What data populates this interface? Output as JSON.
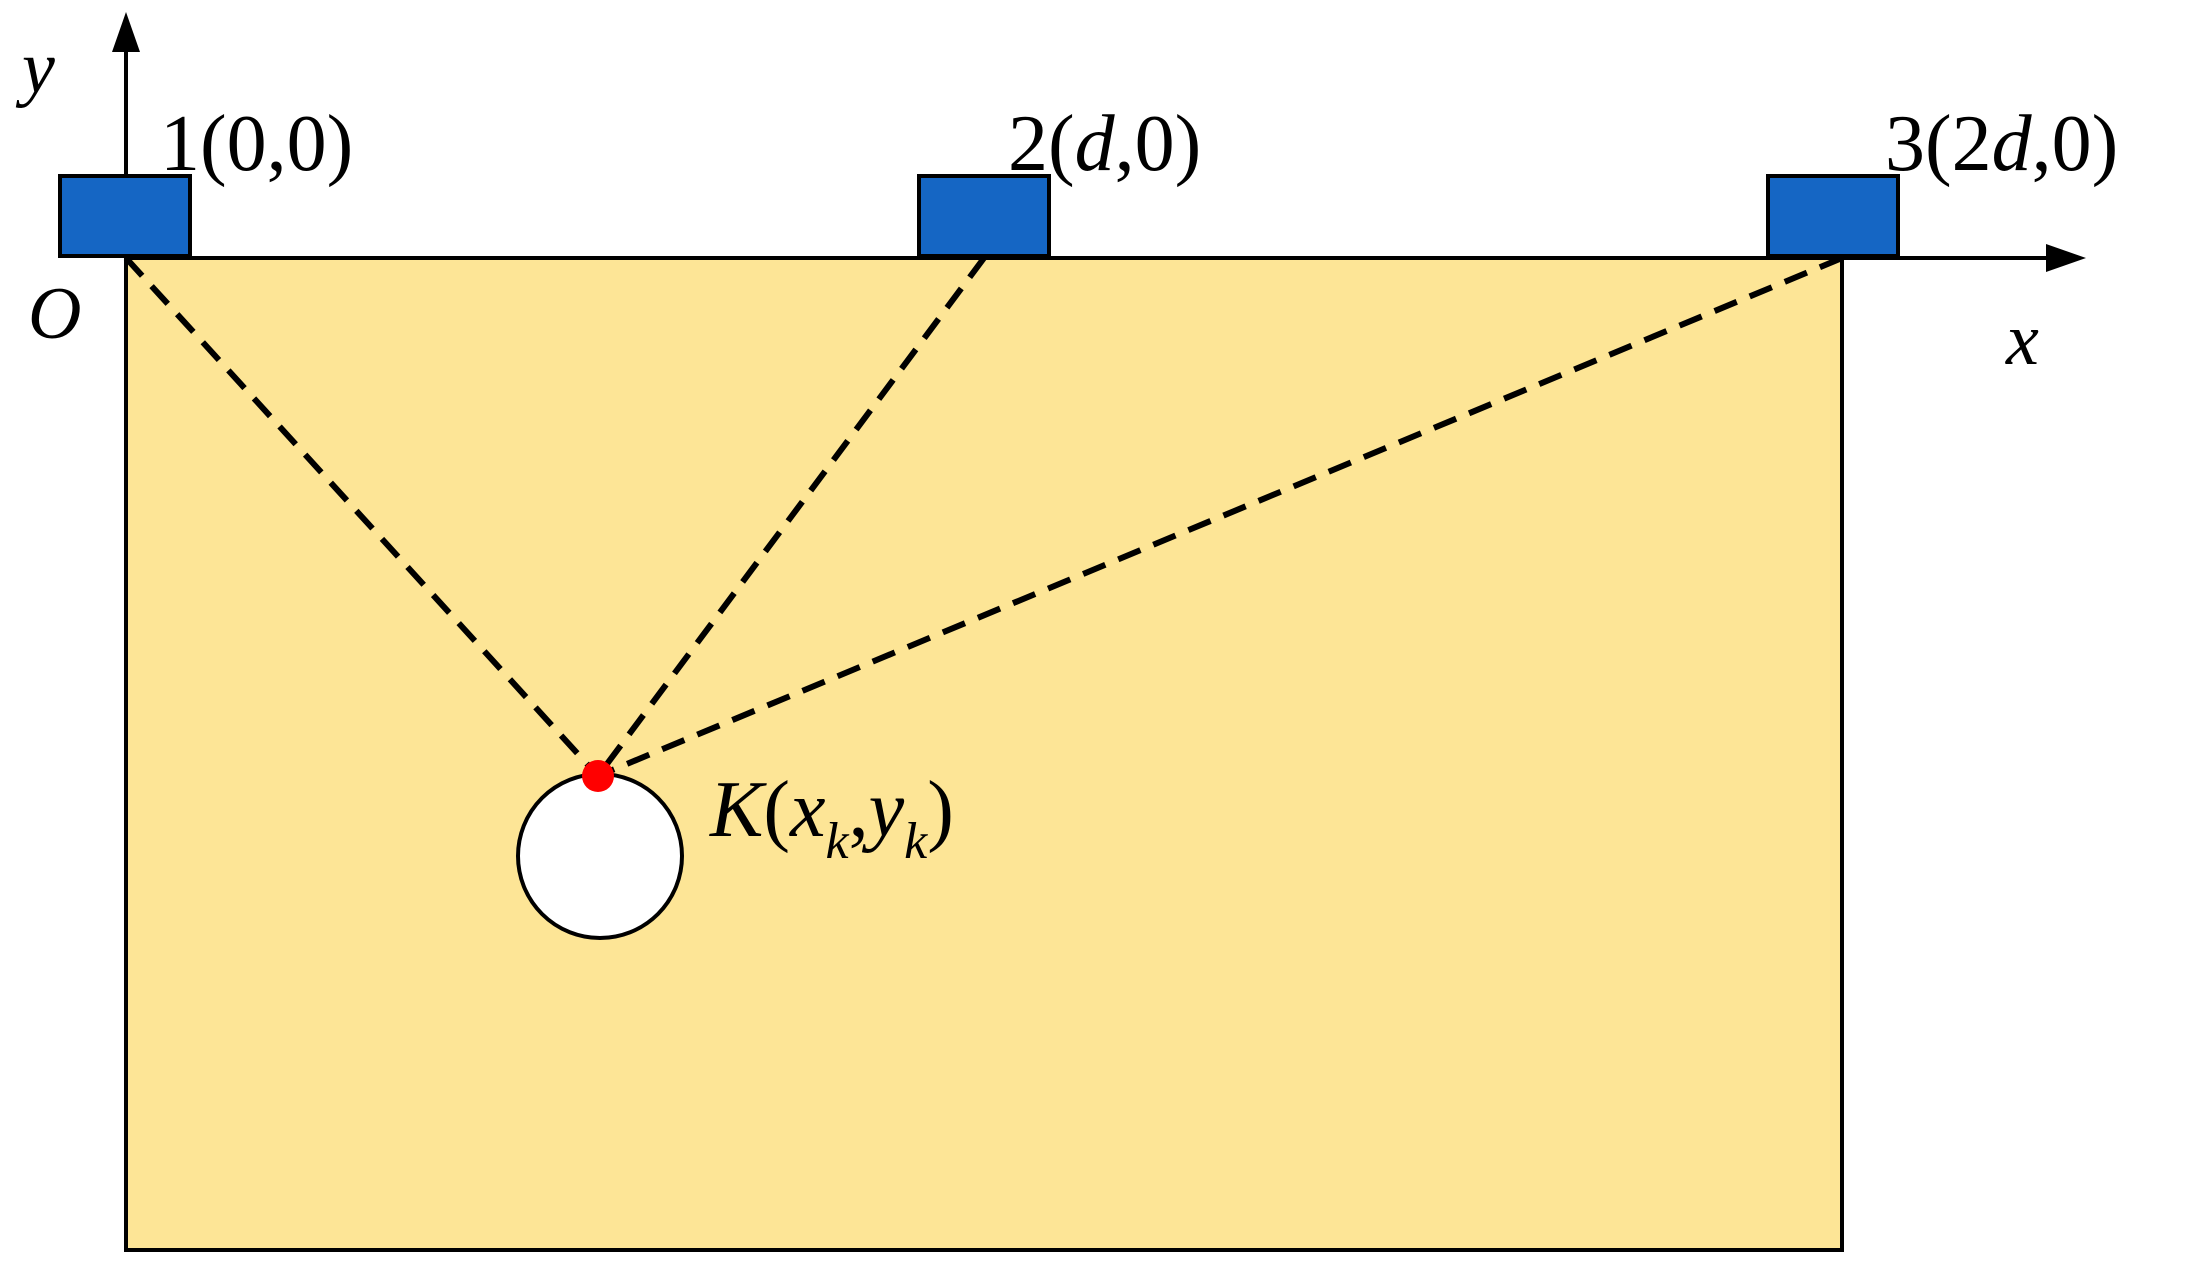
{
  "diagram": {
    "axes": {
      "y_label": "y",
      "x_label": "x",
      "origin_label": "O"
    },
    "sensors": [
      {
        "number": "1",
        "open": "(",
        "var": "",
        "coords": "0,0",
        "close": ")"
      },
      {
        "number": "2",
        "open": "(",
        "var": "d",
        "coords": ",0",
        "close": ")"
      },
      {
        "number": "3",
        "open": "(2",
        "var": "d",
        "coords": ",0",
        "close": ")"
      }
    ],
    "target": {
      "name": "K",
      "open": "(",
      "x_var": "x",
      "x_sub": "k",
      "sep": ",",
      "y_var": "y",
      "y_sub": "k",
      "close": ")"
    },
    "colors": {
      "medium_fill": "#FDE596",
      "sensor_fill": "#1566C4",
      "target_point": "#FF0000",
      "cavity_fill": "#FFFFFF",
      "line": "#000000"
    }
  }
}
